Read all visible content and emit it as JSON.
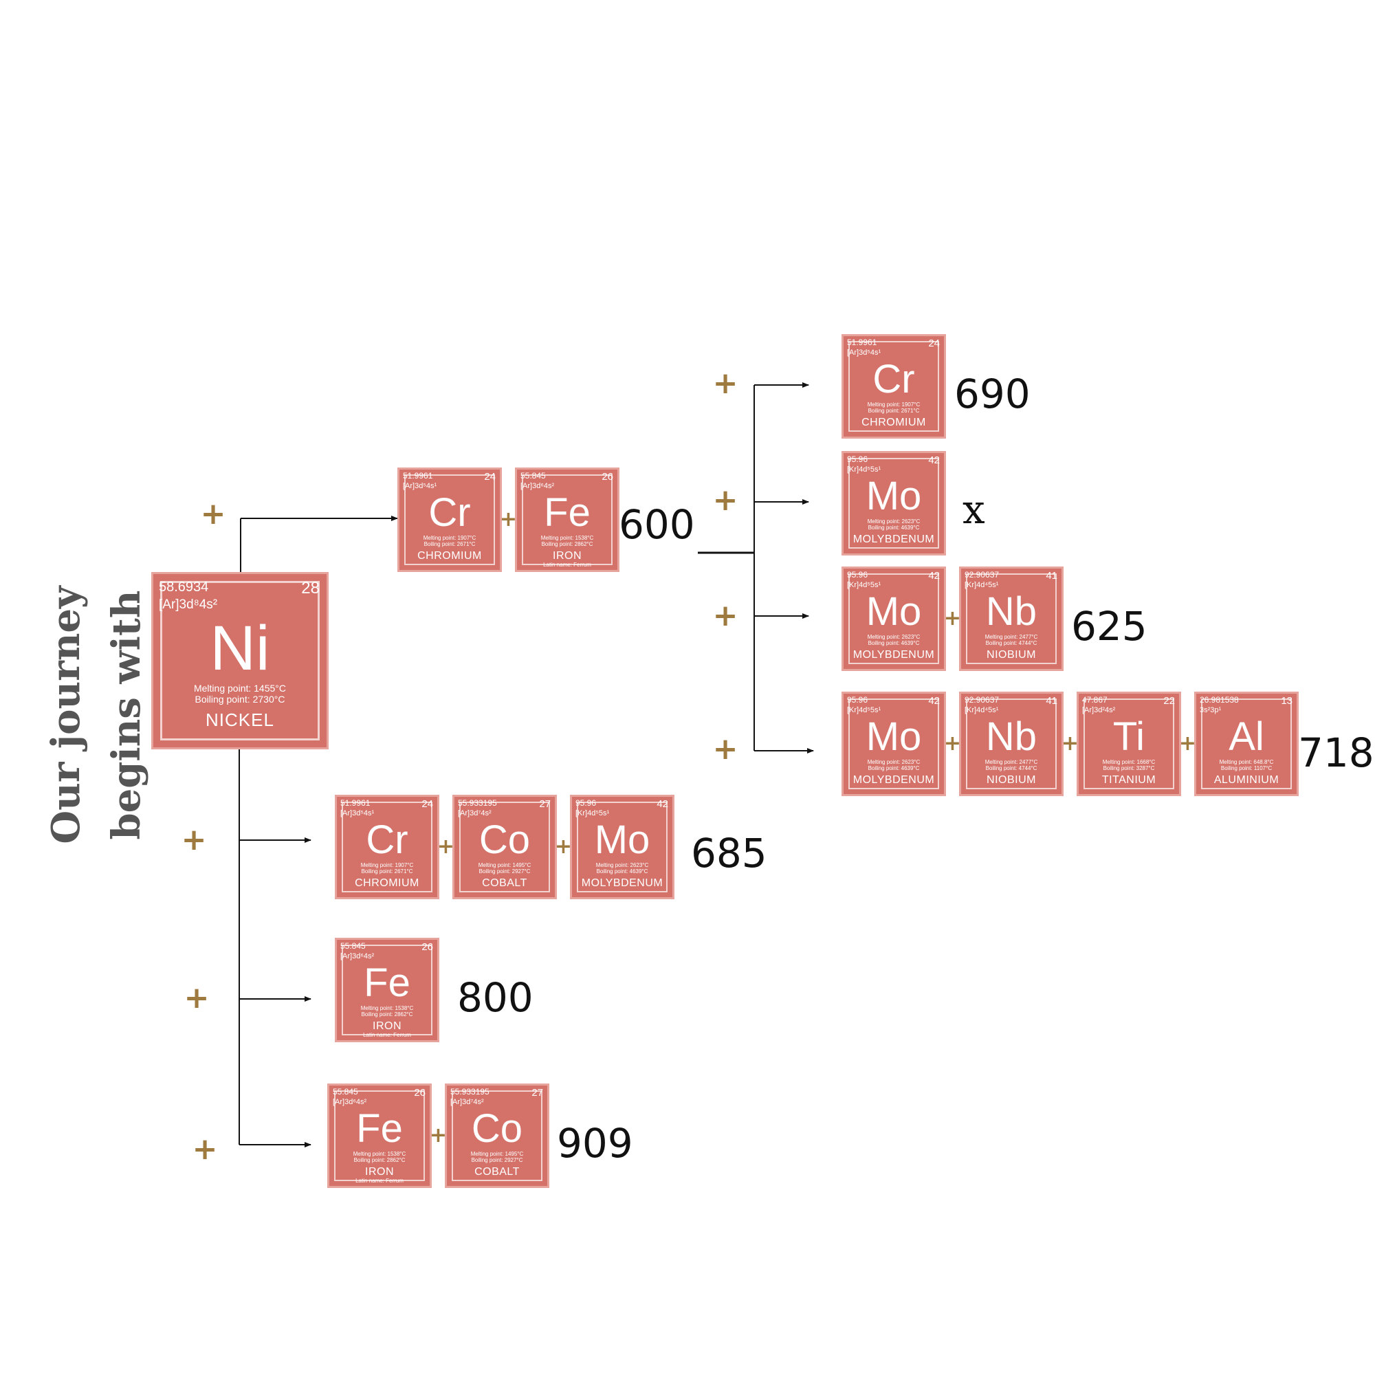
{
  "title": "Our journey begins with",
  "colors": {
    "tile": "#D4726A",
    "plus": "#9E7A3F",
    "line": "#111111",
    "title": "#555555"
  },
  "elements": {
    "ni": {
      "mass": "58.6934",
      "number": "28",
      "config": "[Ar]3d⁸4s²",
      "symbol": "Ni",
      "melting": "Melting point: 1455°C",
      "boiling": "Boiling point: 2730°C",
      "name": "NICKEL",
      "latin": ""
    },
    "cr": {
      "mass": "51.9961",
      "number": "24",
      "config": "[Ar]3d⁵4s¹",
      "symbol": "Cr",
      "melting": "Melting point: 1907°C",
      "boiling": "Boiling point: 2671°C",
      "name": "CHROMIUM",
      "latin": ""
    },
    "fe": {
      "mass": "55.845",
      "number": "26",
      "config": "[Ar]3d⁶4s²",
      "symbol": "Fe",
      "melting": "Melting point: 1538°C",
      "boiling": "Boiling point: 2862°C",
      "name": "IRON",
      "latin": "Latin name: Ferrum"
    },
    "co": {
      "mass": "55.933195",
      "number": "27",
      "config": "[Ar]3d⁷4s²",
      "symbol": "Co",
      "melting": "Melting point: 1495°C",
      "boiling": "Boiling point: 2927°C",
      "name": "COBALT",
      "latin": ""
    },
    "mo": {
      "mass": "95.96",
      "number": "42",
      "config": "[Kr]4d⁵5s¹",
      "symbol": "Mo",
      "melting": "Melting point: 2623°C",
      "boiling": "Boiling point: 4639°C",
      "name": "MOLYBDENUM",
      "latin": ""
    },
    "nb": {
      "mass": "92.90637",
      "number": "41",
      "config": "[Kr]4d⁴5s¹",
      "symbol": "Nb",
      "melting": "Melting point: 2477°C",
      "boiling": "Boiling point: 4744°C",
      "name": "NIOBIUM",
      "latin": ""
    },
    "ti": {
      "mass": "47.867",
      "number": "22",
      "config": "[Ar]3d²4s²",
      "symbol": "Ti",
      "melting": "Melting point: 1668°C",
      "boiling": "Boiling point: 3287°C",
      "name": "TITANIUM",
      "latin": ""
    },
    "al": {
      "mass": "26.981538",
      "number": "13",
      "config": "3s²3p¹",
      "symbol": "Al",
      "melting": "Melting point: 648.8°C",
      "boiling": "Boiling point: 1107°C",
      "name": "ALUMINIUM",
      "latin": ""
    }
  },
  "root": "ni",
  "combinations": [
    {
      "id": "cr-fe",
      "elements": [
        "cr",
        "fe"
      ],
      "value": "600"
    },
    {
      "id": "cr-co-mo",
      "elements": [
        "cr",
        "co",
        "mo"
      ],
      "value": "685"
    },
    {
      "id": "fe",
      "elements": [
        "fe"
      ],
      "value": "800"
    },
    {
      "id": "fe-co",
      "elements": [
        "fe",
        "co"
      ],
      "value": "909"
    },
    {
      "id": "cr-fe-cr",
      "parent": "cr-fe",
      "elements": [
        "cr"
      ],
      "value": "690"
    },
    {
      "id": "cr-fe-mo",
      "parent": "cr-fe",
      "elements": [
        "mo"
      ],
      "value": "x"
    },
    {
      "id": "cr-fe-mo-nb",
      "parent": "cr-fe",
      "elements": [
        "mo",
        "nb"
      ],
      "value": "625"
    },
    {
      "id": "cr-fe-mo-nb-ti-al",
      "parent": "cr-fe",
      "elements": [
        "mo",
        "nb",
        "ti",
        "al"
      ],
      "value": "718"
    }
  ],
  "plus_symbol": "+"
}
